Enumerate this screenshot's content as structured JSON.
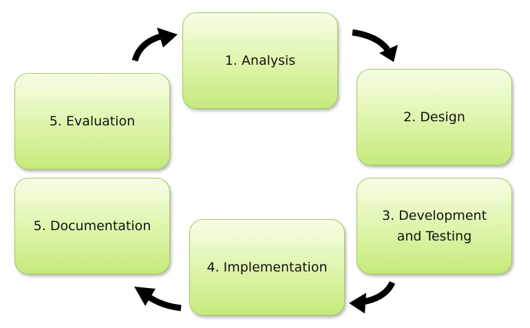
{
  "diagram": {
    "steps": [
      {
        "label": "1. Analysis"
      },
      {
        "label": "2. Design"
      },
      {
        "label": "3. Development and Testing"
      },
      {
        "label": "4. Implementation"
      },
      {
        "label": "5. Documentation"
      },
      {
        "label": "5. Evaluation"
      }
    ]
  },
  "colors": {
    "box_fill_top": "#f6fde6",
    "box_fill_bottom": "#c6ea7c",
    "box_border": "#9ccb5c",
    "arrow": "#000000",
    "text": "#111111"
  }
}
